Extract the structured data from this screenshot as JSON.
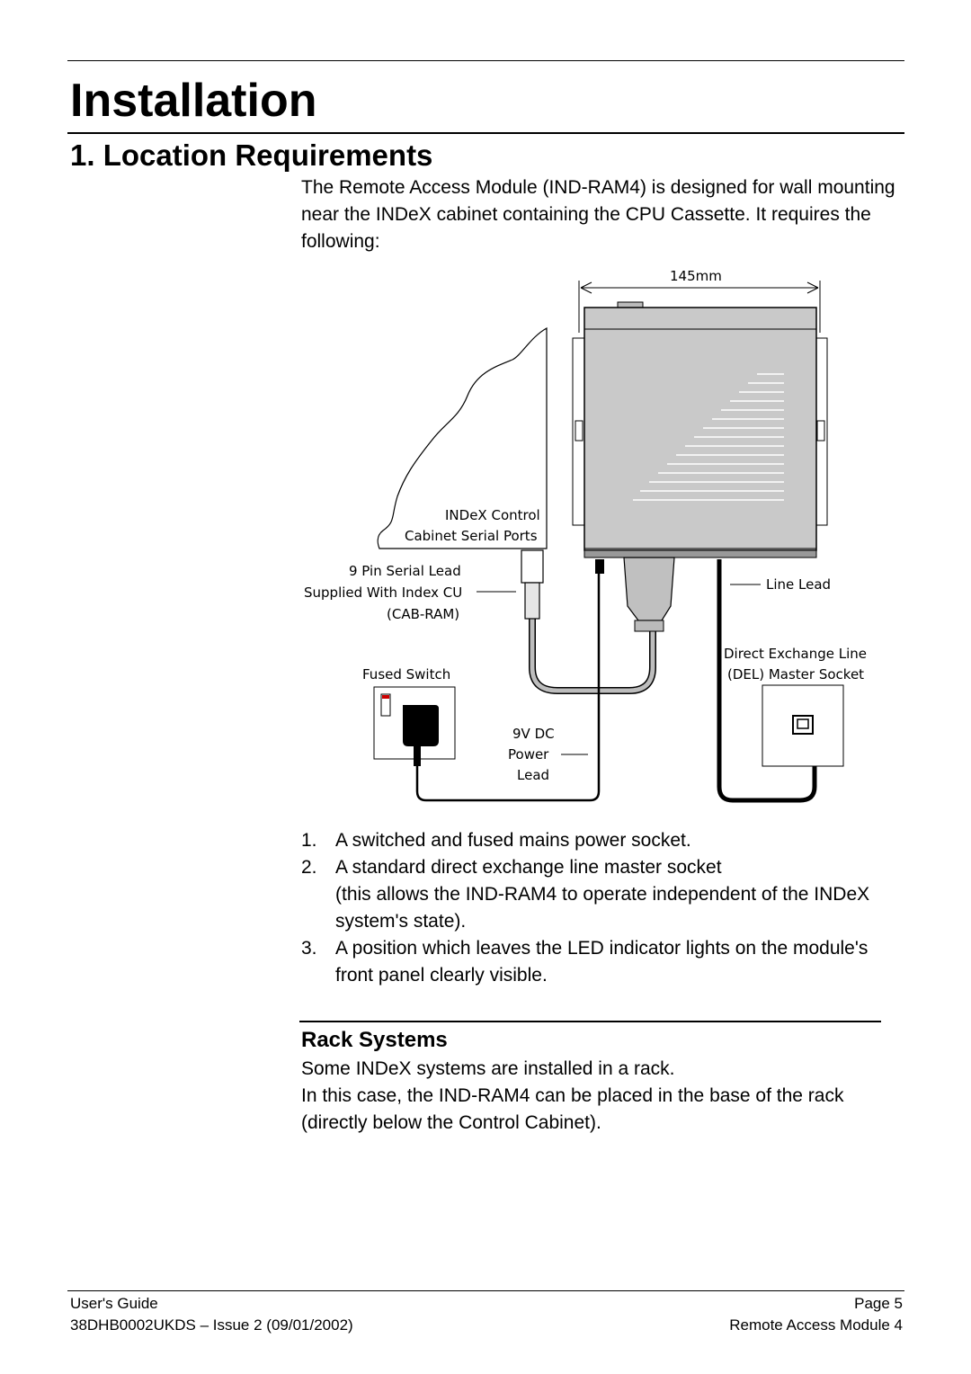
{
  "page": {
    "title": "Installation",
    "section_heading": "1. Location Requirements",
    "intro": "The Remote Access Module (IND-RAM4) is designed for wall mounting near the INDeX cabinet containing the CPU Cassette. It requires the following:"
  },
  "figure": {
    "dimension_label": "145mm",
    "cabinet_label_1": "INDeX Control",
    "cabinet_label_2": "Cabinet Serial Ports",
    "serial_label_1": "9 Pin Serial Lead",
    "serial_label_2": "Supplied With Index CU",
    "serial_label_3": "(CAB-RAM)",
    "line_lead_label": "Line Lead",
    "del_label_1": "Direct Exchange Line",
    "del_label_2": "(DEL) Master Socket",
    "fused_switch_label": "Fused Switch",
    "power_label_1": "9V DC",
    "power_label_2": "Power",
    "power_label_3": "Lead"
  },
  "requirements": [
    {
      "num": "1.",
      "text": "A switched and fused mains power socket."
    },
    {
      "num": "2.",
      "text": "A standard direct exchange line master socket",
      "sub": "(this allows the IND-RAM4 to operate independent of the INDeX system's state)."
    },
    {
      "num": "3.",
      "text": "A position which leaves the LED indicator lights on the module's front panel clearly visible."
    }
  ],
  "rack": {
    "heading": "Rack Systems",
    "line1": "Some INDeX systems are installed in a rack.",
    "line2": "In this case, the IND-RAM4  can be placed in the base of the rack (directly below the Control Cabinet)."
  },
  "footer": {
    "left_1": "User's Guide",
    "left_2": "38DHB0002UKDS – Issue 2 (09/01/2002)",
    "right_1": "Page 5",
    "right_2": "Remote Access Module 4"
  }
}
